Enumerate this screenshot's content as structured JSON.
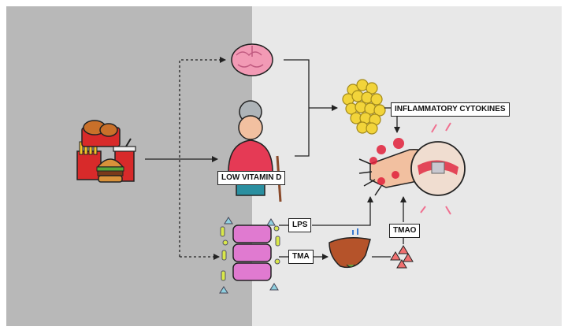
{
  "labels": {
    "inflammatory_cytokines": "INFLAMMATORY CYTOKINES",
    "low_vitamin_d": "LOW VITAMIN D",
    "lps": "LPS",
    "tma": "TMA",
    "tmao": "TMAO"
  },
  "colors": {
    "left_panel": "#b8b8b8",
    "right_panel": "#e8e8e8",
    "brain": "#f29ab5",
    "fat_cells": "#f2d43a",
    "liver": "#b5532a",
    "inflammation": "#e0203a",
    "tma_triangles": "#f07070",
    "cells": "#e07ad0"
  },
  "icons": [
    "fast-food-icon",
    "brain-icon",
    "elderly-woman-icon",
    "fat-cells-icon",
    "inflamed-hand-icon",
    "gut-cells-icon",
    "liver-icon",
    "triangles-icon"
  ]
}
